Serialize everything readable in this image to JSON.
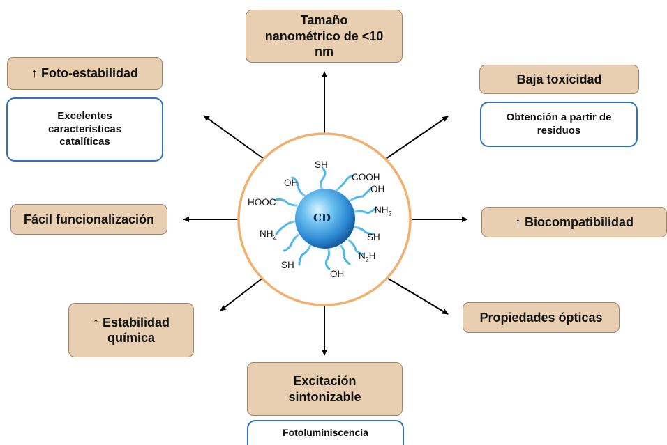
{
  "center": {
    "label": "CD",
    "ligands": {
      "sh_top": "SH",
      "cooh": "COOH",
      "oh_top_left": "OH",
      "oh_top_right": "OH",
      "hooc": "HOOC",
      "nh2_right": "NH",
      "nh2_left": "NH",
      "sh_right": "SH",
      "n2h": "N",
      "sh_bottom": "SH",
      "oh_bottom": "OH",
      "subscript_2": "2",
      "h": "H"
    }
  },
  "properties": {
    "size": "Tamaño nanométrico de <10 nm",
    "photostability": "↑ Foto-estabilidad",
    "catalytic": "Excelentes características catalíticas",
    "low_toxicity": "Baja toxicidad",
    "waste": "Obtención a partir de residuos",
    "functionalization": "Fácil funcionalización",
    "biocompatibility": "↑ Biocompatibilidad",
    "chemical_stability": "↑ Estabilidad química",
    "optical": "Propiedades ópticas",
    "excitation": "Excitación sintonizable",
    "photoluminescence": "Fotoluminiscencia"
  },
  "colors": {
    "tan_box": "#e8cfb1",
    "tan_border": "#9e8469",
    "blue_border": "#2e75b6",
    "ring": "#f0b070",
    "sphere": "#2f8fd8",
    "ligand": "#4fb8e8",
    "arrow": "#000000"
  }
}
